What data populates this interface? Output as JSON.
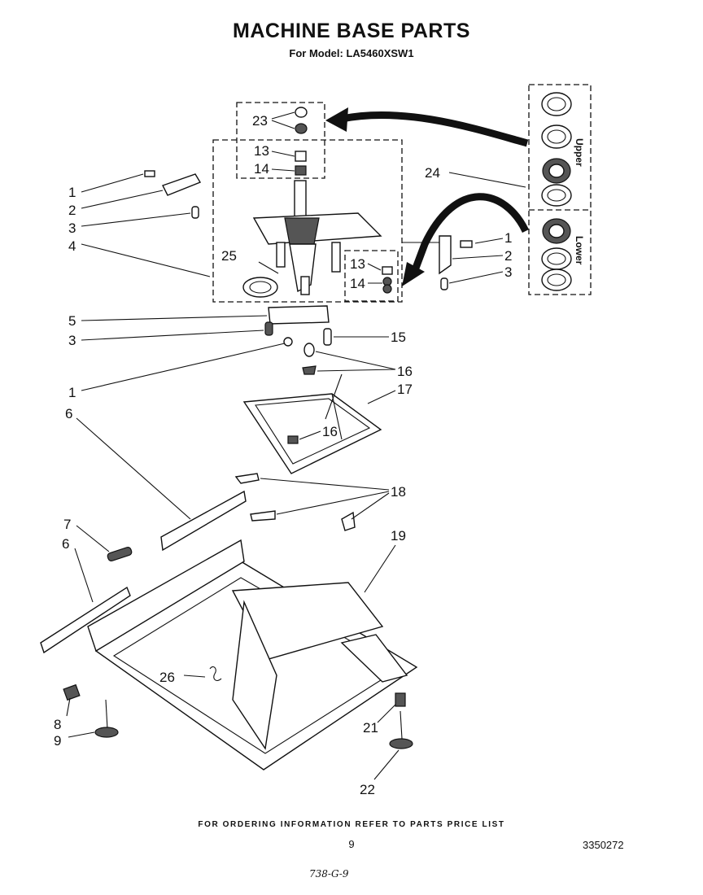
{
  "header": {
    "title": "MACHINE BASE PARTS",
    "subtitle": "For Model: LA5460XSW1"
  },
  "callouts": {
    "c23": "23",
    "c13a": "13",
    "c14a": "14",
    "c24": "24",
    "c1a": "1",
    "c2a": "2",
    "c3a": "3",
    "c4": "4",
    "c25": "25",
    "c13b": "13",
    "c14b": "14",
    "c1b": "1",
    "c2b": "2",
    "c3b": "3",
    "c5": "5",
    "c3c": "3",
    "c15": "15",
    "c16a": "16",
    "c1c": "1",
    "c17": "17",
    "c6a": "6",
    "c16b": "16",
    "c18": "18",
    "c7": "7",
    "c6b": "6",
    "c19": "19",
    "c26": "26",
    "c8": "8",
    "c9": "9",
    "c21": "21",
    "c22": "22"
  },
  "bearing_box": {
    "upper_label": "Upper",
    "lower_label": "Lower"
  },
  "footer": {
    "ordering_note": "FOR ORDERING INFORMATION REFER TO PARTS PRICE LIST",
    "page_number": "9",
    "document_number": "3350272",
    "handwritten_note": "738-G-9"
  }
}
